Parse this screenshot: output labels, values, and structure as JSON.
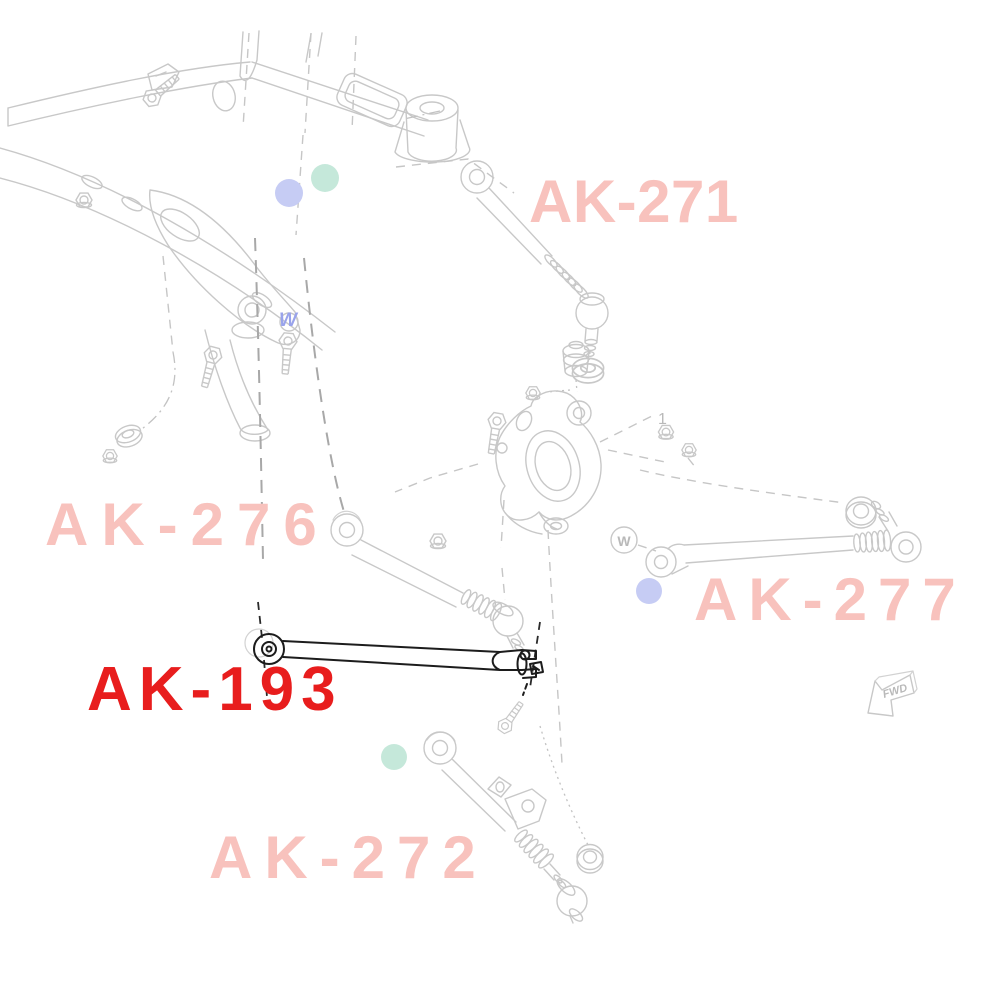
{
  "diagram": {
    "kind": "suspension-parts-exploded-view",
    "labels": [
      {
        "text": "AK-271",
        "style": "pink"
      },
      {
        "text": "AK-276",
        "style": "pink"
      },
      {
        "text": "AK-193",
        "style": "red",
        "highlighted": true
      },
      {
        "text": "AK-277",
        "style": "pink"
      },
      {
        "text": "AK-272",
        "style": "pink"
      }
    ],
    "annotations": {
      "w_frame": "W",
      "w_circled": "W",
      "callout_1": "1",
      "fwd": "FWD"
    },
    "colors": {
      "background": "#ffffff",
      "line_art": "#c8c8c8",
      "highlight_line": "#1c1c1c",
      "label_pink": "#f8c2bd",
      "label_red": "#e81d1d",
      "dot_blue": "#c6ccf4",
      "dot_teal": "#c5e8da",
      "w_blue": "#99a3eb"
    }
  }
}
